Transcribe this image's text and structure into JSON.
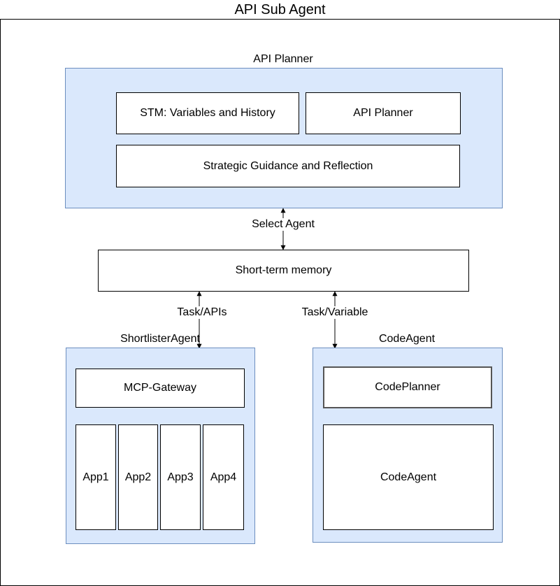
{
  "title": "API Sub Agent",
  "api_planner_group": {
    "label": "API Planner",
    "boxes": {
      "stm": "STM: Variables and History",
      "planner": "API Planner",
      "guidance": "Strategic Guidance and Reflection"
    }
  },
  "select_agent_label": "Select Agent",
  "short_term_memory": "Short-term memory",
  "task_apis_label": "Task/APIs",
  "task_variable_label": "Task/Variable",
  "shortlister_group": {
    "label": "ShortlisterAgent",
    "gateway": "MCP-Gateway",
    "apps": [
      "App1",
      "App2",
      "App3",
      "App4"
    ]
  },
  "code_agent_group": {
    "label": "CodeAgent",
    "planner": "CodePlanner",
    "agent": "CodeAgent"
  },
  "colors": {
    "group_fill": "#dae8fc",
    "group_border": "#6c8ebf",
    "box_fill": "#ffffff",
    "line": "#000000"
  }
}
